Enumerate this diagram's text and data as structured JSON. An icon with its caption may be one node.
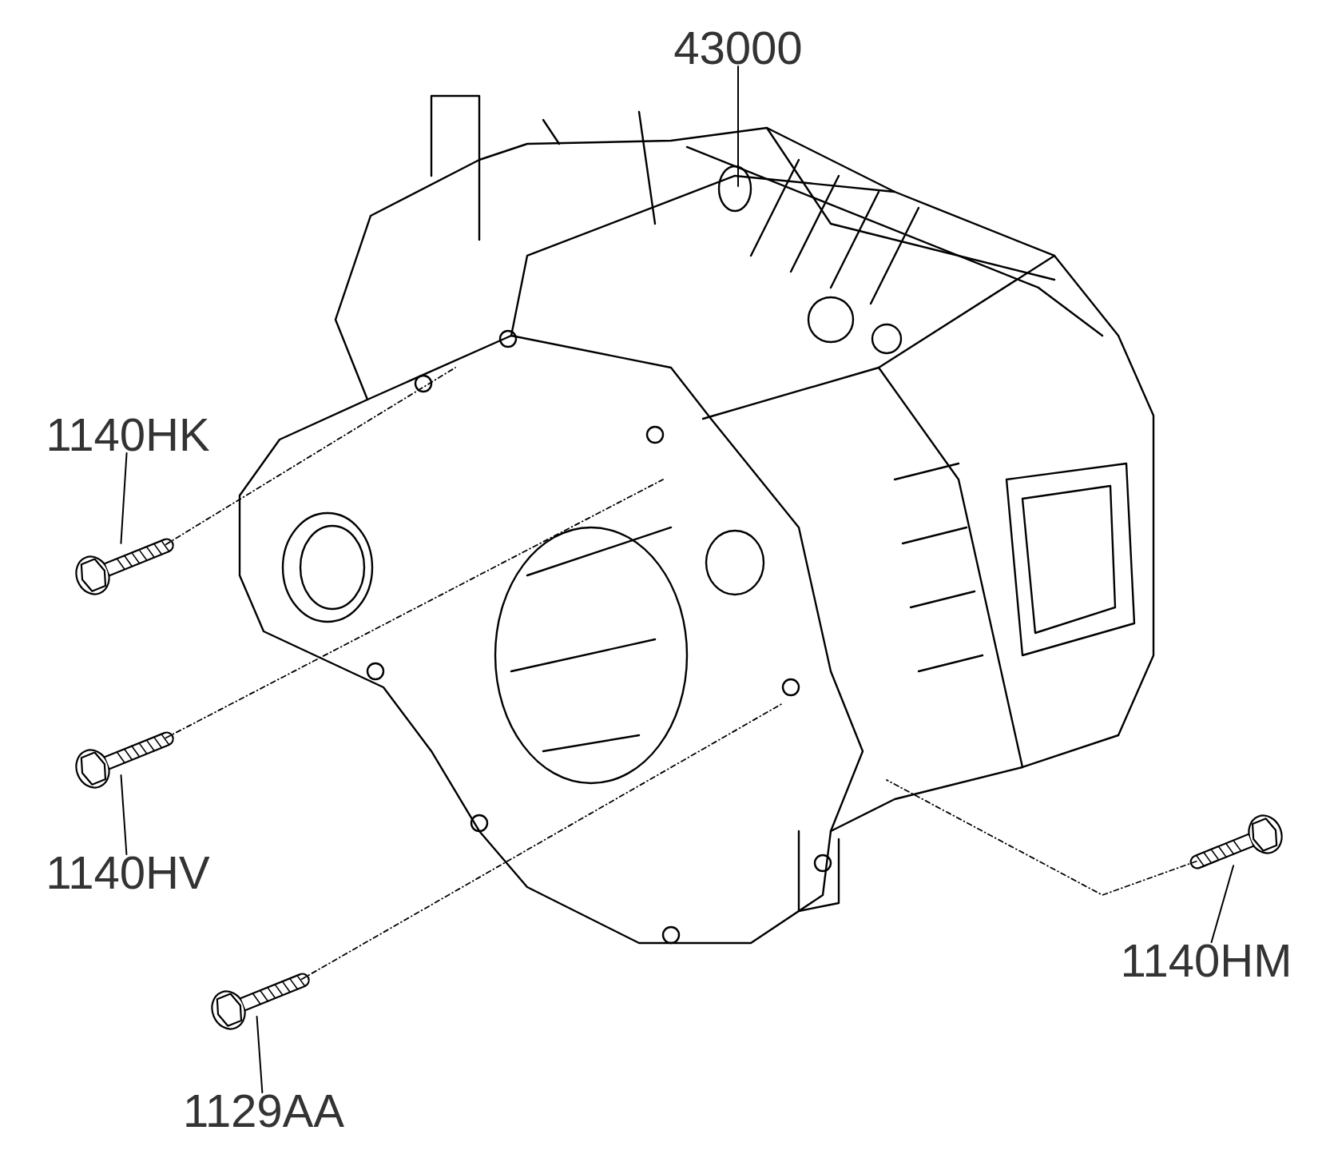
{
  "diagram": {
    "nodes": [
      {
        "text": [
          "43000"
        ]
      },
      {
        "text": [],
        "shape": "picture"
      },
      {
        "text": [
          "1140HK"
        ]
      },
      {
        "text": [],
        "shape": "picture"
      },
      {
        "text": [
          "1140HV"
        ]
      },
      {
        "text": [],
        "shape": "picture"
      },
      {
        "text": [
          "1129AA"
        ]
      },
      {
        "text": [],
        "shape": "picture"
      },
      {
        "text": [
          "1140HM"
        ]
      },
      {
        "text": [],
        "shape": "picture"
      }
    ],
    "edges": [
      {
        "from": 0,
        "to": 1,
        "arrow": "none"
      },
      {
        "from": 2,
        "to": 3,
        "arrow": "none"
      },
      {
        "from": 4,
        "to": 5,
        "arrow": "none"
      },
      {
        "from": 6,
        "to": 7,
        "arrow": "none"
      },
      {
        "from": 8,
        "to": 9,
        "arrow": "none"
      },
      {
        "from": 3,
        "to": 1,
        "arrow": "none",
        "style": "dashed"
      },
      {
        "from": 5,
        "to": 1,
        "arrow": "none",
        "style": "dashed"
      },
      {
        "from": 7,
        "to": 1,
        "arrow": "none",
        "style": "dashed"
      },
      {
        "from": 9,
        "to": 1,
        "arrow": "none",
        "style": "dashed"
      }
    ]
  }
}
